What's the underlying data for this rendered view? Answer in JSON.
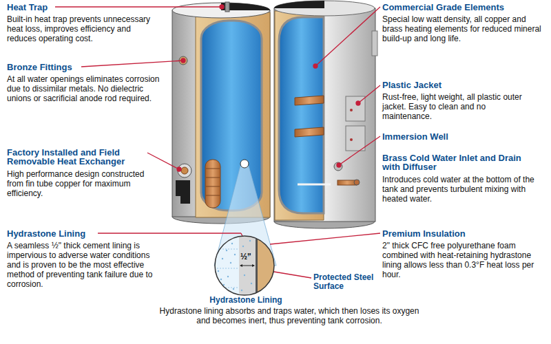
{
  "diagram": {
    "caption": "Hydrastone lining absorbs and traps water, which then loses its oxygen and becomes inert, thus preventing tank corrosion.",
    "nodes": [
      {
        "text": [
          "½\""
        ]
      }
    ],
    "labels": [
      "Heat Trap",
      "Built-in heat trap prevents unnecessary heat loss, improves efficiency and reduces operating cost.",
      "Bronze Fittings",
      "At all water openings eliminates corrosion due to dissimilar metals. No dielectric unions or sacrificial anode rod required.",
      "Factory Installed and Field Removable Heat Exchanger",
      "High performance design constructed from fin tube copper for maximum efficiency.",
      "Hydrastone Lining",
      "A seamless ½\" thick cement lining is impervious to adverse water conditions and is proven to be the most effective method of preventing tank failure due to corrosion.",
      "Commercial Grade Elements",
      "Special low watt density, all copper and brass heating elements for reduced mineral build-up and long life.",
      "Plastic Jacket",
      "Rust-free, light weight, all plastic outer jacket. Easy to clean and no maintenance.",
      "Immersion Well",
      "Brass Cold Water Inlet and Drain with Diffuser",
      "Introduces cold water at the bottom of the tank and prevents turbulent mixing with heated water.",
      "Premium Insulation",
      "2\" thick CFC free polyurethane foam combined with heat-retaining hydrastone lining allows less than 0.3°F heat loss per hour.",
      "Protected Steel Surface",
      "Hydrastone Lining"
    ]
  }
}
